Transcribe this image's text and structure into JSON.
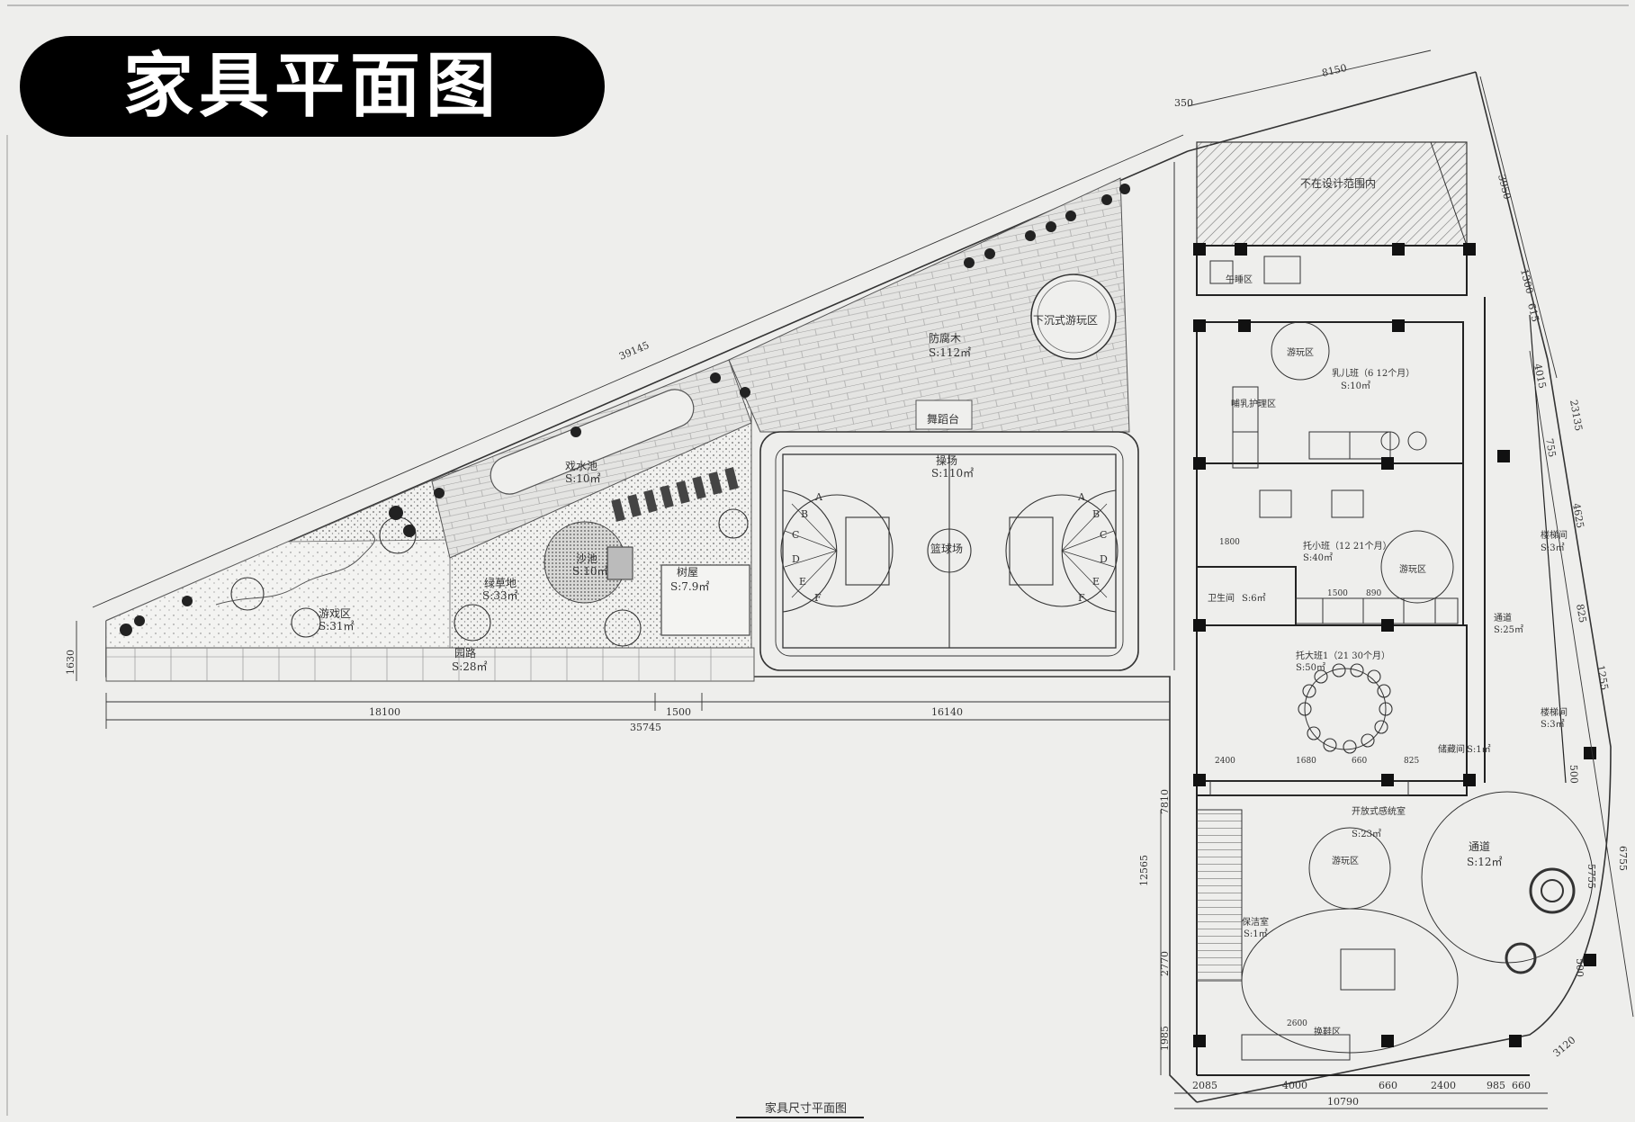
{
  "title": "家具平面图",
  "caption": "家具尺寸平面图",
  "areas": {
    "no_design": "不在设计范围内",
    "sunken": "下沉式游玩区",
    "deck": "防腐木",
    "deck_area": "S:112㎡",
    "platform": "舞蹈台",
    "field": "操场",
    "field_area": "S:110㎡",
    "court": "篮球场",
    "water": "戏水池",
    "water_area": "S:10㎡",
    "sand": "沙池",
    "sand_area": "S:10㎡",
    "lawn": "绿草地",
    "lawn_area": "S:33㎡",
    "treehouse": "树屋",
    "treehouse_area": "S:7.9㎡",
    "play": "游戏区",
    "play_area": "S:31㎡",
    "path": "园路",
    "path_area": "S:28㎡",
    "infant": "乳儿班（6 12个月）",
    "infant_area": "S:10㎡",
    "play_zone": "游玩区",
    "nap": "午睡区",
    "nursing": "哺乳护理区",
    "toddler": "托小班（12 21个月）",
    "toddler_area": "S:40㎡",
    "toilet": "卫生间",
    "toilet_area": "S:6㎡",
    "older": "托大班1（21 30个月）",
    "older_area": "S:50㎡",
    "corridor": "通道",
    "corridor_area": "S:25㎡",
    "storage_a": "储藏间",
    "storage_a_area": "S:1㎡",
    "stair_area_a": "楼梯间",
    "stair_area_a_s": "S:3㎡",
    "stair_area_b": "楼梯间",
    "stair_area_b_s": "S:3㎡",
    "sensory": "开放式感统室",
    "sensory_area": "S:23㎡",
    "passage": "通道",
    "passage_area": "S:12㎡",
    "cleaning": "保洁室",
    "cleaning_area": "S:1㎡",
    "shoe": "换鞋区"
  },
  "dims": {
    "top_span": "8150",
    "small_top": "350",
    "diagonal": "39145",
    "left_height": "1630",
    "bottom_a": "18100",
    "bottom_b": "1500",
    "bottom_c": "16140",
    "bottom_total": "35745",
    "r_3950": "3950",
    "r_1300": "1300",
    "r_615": "615",
    "r_4015": "4015",
    "r_23135": "23135",
    "r_755": "755",
    "r_4625": "4625",
    "r_825": "825",
    "r_1255": "1255",
    "r_500a": "500",
    "r_5755": "5755",
    "r_6755": "6755",
    "r_500b": "500",
    "r_3120": "3120",
    "l_7810": "7810",
    "l_12565": "12565",
    "l_2770": "2770",
    "l_1985": "1985",
    "b_2085": "2085",
    "b_4000": "4000",
    "b_660a": "660",
    "b_2400": "2400",
    "b_985": "985",
    "b_660b": "660",
    "b_10790": "10790",
    "i_2400": "2400",
    "i_1680": "1680",
    "i_660": "660",
    "i_825": "825",
    "i_1500": "1500",
    "i_890": "890",
    "i_1800": "1800",
    "i_2600": "2600"
  },
  "court_letters": [
    "A",
    "B",
    "C",
    "D",
    "E",
    "F"
  ]
}
